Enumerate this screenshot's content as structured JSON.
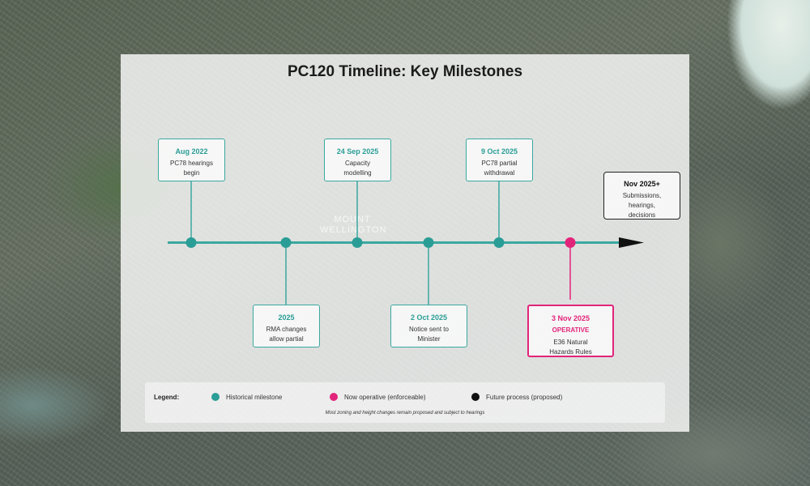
{
  "title": "PC120 Timeline: Key Milestones",
  "map_label": "MOUNT WELLINGTON",
  "colors": {
    "historical": "#2a9d96",
    "operative": "#e2247a",
    "future": "#111111",
    "line": "#3aa8a0"
  },
  "milestones": [
    {
      "date": "Aug 2022",
      "desc": [
        "PC78 hearings",
        "begin"
      ],
      "kind": "historical",
      "position": "above"
    },
    {
      "date": "2025",
      "desc": [
        "RMA changes",
        "allow partial"
      ],
      "kind": "historical",
      "position": "below"
    },
    {
      "date": "24 Sep 2025",
      "desc": [
        "Capacity",
        "modelling"
      ],
      "kind": "historical",
      "position": "above"
    },
    {
      "date": "2 Oct 2025",
      "desc": [
        "Notice sent to",
        "Minister"
      ],
      "kind": "historical",
      "position": "below"
    },
    {
      "date": "9 Oct 2025",
      "desc": [
        "PC78 partial",
        "withdrawal"
      ],
      "kind": "historical",
      "position": "above"
    },
    {
      "date": "3 Nov 2025",
      "status": "OPERATIVE",
      "desc": [
        "E36 Natural",
        "Hazards Rules"
      ],
      "kind": "operative",
      "position": "below"
    }
  ],
  "future": {
    "date": "Nov 2025+",
    "desc": [
      "Submissions,",
      "hearings,",
      "decisions"
    ]
  },
  "legend": {
    "title": "Legend:",
    "items": [
      {
        "label": "Historical milestone",
        "color": "#2a9d96"
      },
      {
        "label": "Now operative (enforceable)",
        "color": "#e2247a"
      },
      {
        "label": "Future process (proposed)",
        "color": "#111111"
      }
    ],
    "note": "Most zoning and height changes remain proposed and subject to hearings"
  }
}
